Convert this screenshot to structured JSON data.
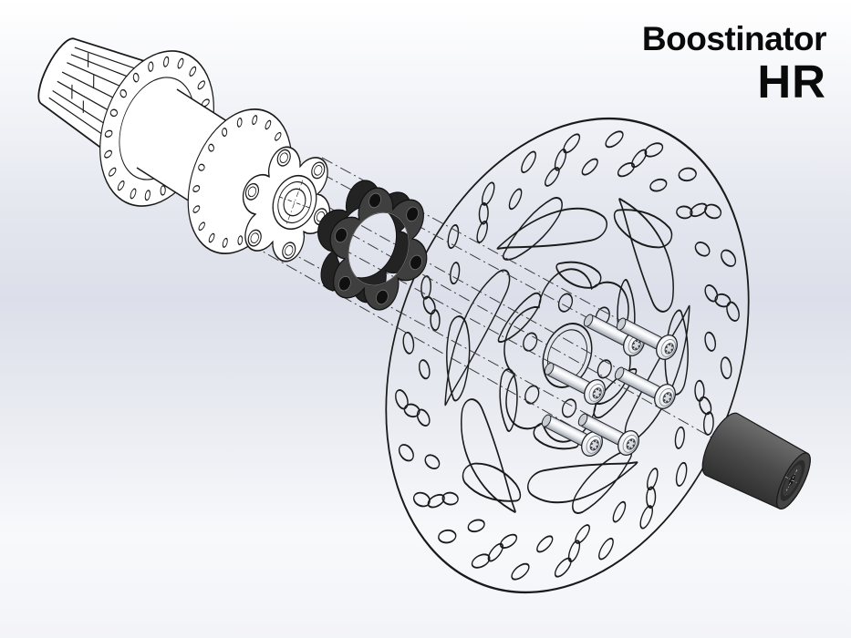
{
  "title": {
    "line1": "Boostinator",
    "line2": "HR"
  },
  "colors": {
    "title_text": "#0a0a0a",
    "line_art": "#1a1a1a",
    "dark_part": "#3f3f3f",
    "dark_part_shadow": "#232323",
    "metal_highlight": "#f4f5f7",
    "metal_shadow": "#9fa6ae",
    "background_mid": "#dde1ea"
  },
  "parts": [
    {
      "name": "rear-hub"
    },
    {
      "name": "boost-rotor-spacer"
    },
    {
      "name": "disc-brake-rotor"
    },
    {
      "name": "rotor-bolts",
      "count": 6
    },
    {
      "name": "axle-end-cap"
    }
  ]
}
